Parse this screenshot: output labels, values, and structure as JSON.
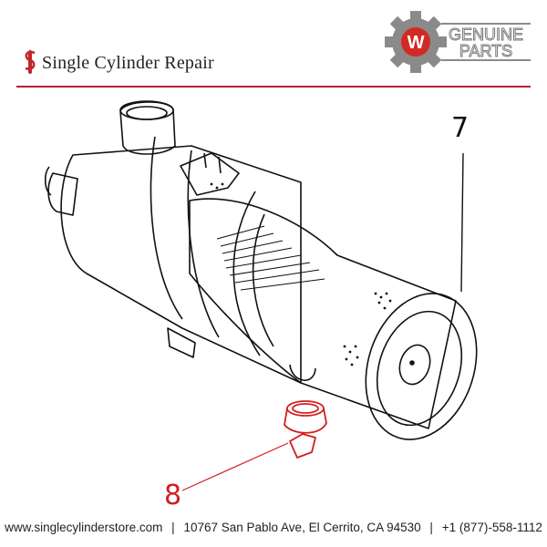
{
  "header": {
    "brand_logo_icon": "sc-monogram-icon",
    "brand_title": "Single Cylinder Repair",
    "badge": {
      "icon": "gear-icon",
      "line1": "GENUINE",
      "line2": "PARTS",
      "mark": "W"
    }
  },
  "diagram": {
    "callouts": [
      {
        "id": "7",
        "label": "7",
        "color": "#111111"
      },
      {
        "id": "8",
        "label": "8",
        "color": "#d21e1e"
      }
    ],
    "highlight_color": "#d21e1e"
  },
  "footer": {
    "website": "www.singlecylinderstore.com",
    "address": "10767 San Pablo Ave, El Cerrito, CA 94530",
    "phone": "+1 (877)-558-1112",
    "separator": "|"
  }
}
